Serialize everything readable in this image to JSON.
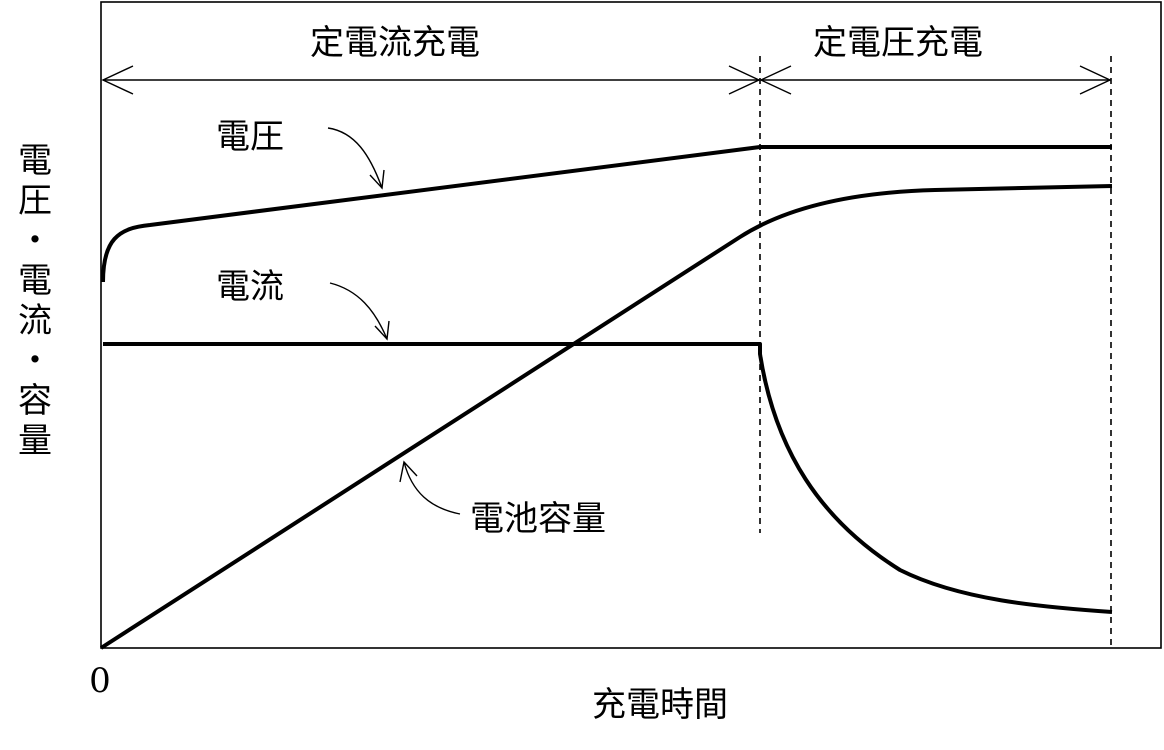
{
  "phases": {
    "constant_current": "定電流充電",
    "constant_voltage": "定電圧充電"
  },
  "curves": {
    "voltage": "電圧",
    "current": "電流",
    "capacity": "電池容量"
  },
  "axes": {
    "y_label_chars": [
      "電",
      "圧",
      "・",
      "電",
      "流",
      "・",
      "容",
      "量"
    ],
    "x_label": "充電時間",
    "origin": "0"
  }
}
